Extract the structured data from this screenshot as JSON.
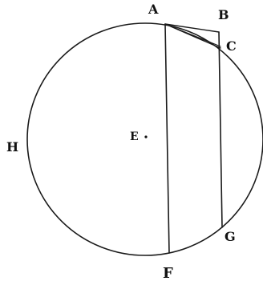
{
  "diagram": {
    "labels": {
      "A": "A",
      "B": "B",
      "C": "C",
      "E": "E",
      "H": "H",
      "F": "F",
      "G": "G"
    }
  }
}
